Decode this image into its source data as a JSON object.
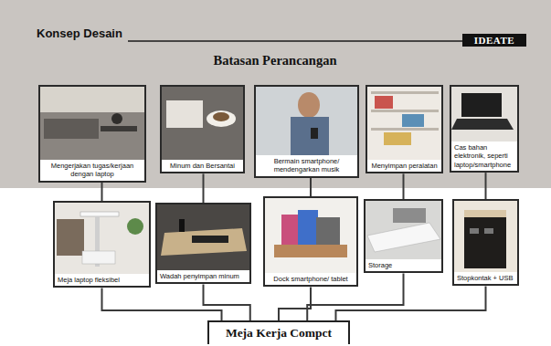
{
  "diagram": {
    "title": "Konsep Desain",
    "nodes": [
      {
        "text": [
          "IDEATE"
        ]
      },
      {
        "text": [
          "Mengerjakan tugas/kerjaan dengan laptop"
        ]
      },
      {
        "text": [
          "Minum dan Bersantai"
        ]
      },
      {
        "text": [
          "Bermain smartphone/ mendengarkan musik"
        ]
      },
      {
        "text": [
          "Menyimpan peralatan"
        ]
      },
      {
        "text": [
          "Cas bahan elektronik, seperti laptop/smartphone"
        ]
      },
      {
        "text": [
          "Meja laptop fleksibel"
        ]
      },
      {
        "text": [
          "Wadah penyimpan minum"
        ]
      },
      {
        "text": [
          "Dock smartphone/ tablet"
        ]
      },
      {
        "text": [
          "Storage"
        ]
      },
      {
        "text": [
          "Stopkontak + USB"
        ]
      },
      {
        "text": [
          "Meja Kerja Compct"
        ]
      }
    ],
    "edges": [
      {
        "from": 1,
        "to": 6,
        "arrow": "none"
      },
      {
        "from": 2,
        "to": 7,
        "arrow": "none"
      },
      {
        "from": 3,
        "to": 8,
        "arrow": "none"
      },
      {
        "from": 4,
        "to": 9,
        "arrow": "none"
      },
      {
        "from": 5,
        "to": 10,
        "arrow": "none"
      },
      {
        "from": 6,
        "to": 11,
        "arrow": "none"
      },
      {
        "from": 7,
        "to": 11,
        "arrow": "none"
      },
      {
        "from": 8,
        "to": 11,
        "arrow": "none"
      },
      {
        "from": 9,
        "to": 11,
        "arrow": "none"
      },
      {
        "from": 10,
        "to": 11,
        "arrow": "none"
      }
    ],
    "labels": [
      "Batasan Perancangan"
    ]
  }
}
